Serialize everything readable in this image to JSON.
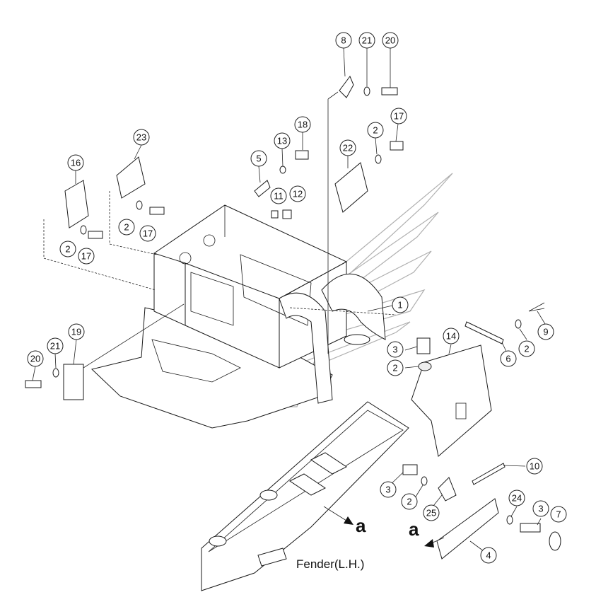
{
  "caption": "Fender(L.H.)",
  "view_marker": "a",
  "callouts": [
    "1",
    "2",
    "3",
    "4",
    "5",
    "6",
    "7",
    "8",
    "9",
    "10",
    "11",
    "12",
    "13",
    "14",
    "16",
    "17",
    "18",
    "19",
    "20",
    "21",
    "22",
    "23",
    "24",
    "25"
  ],
  "labels": {
    "c8": "8",
    "c21a": "21",
    "c20a": "20",
    "c17a": "17",
    "c2a": "2",
    "c18": "18",
    "c13": "13",
    "c22": "22",
    "c5": "5",
    "c11": "11",
    "c12": "12",
    "c23": "23",
    "c16": "16",
    "c2b": "2",
    "c17b": "17",
    "c2c": "2",
    "c17c": "17",
    "c1": "1",
    "c9": "9",
    "c2d": "2",
    "c6": "6",
    "c14": "14",
    "c3a": "3",
    "c2e": "2",
    "c19": "19",
    "c21b": "21",
    "c20b": "20",
    "c10": "10",
    "c3b": "3",
    "c2f": "2",
    "c25": "25",
    "c24": "24",
    "c3c": "3",
    "c7": "7",
    "c4": "4"
  }
}
